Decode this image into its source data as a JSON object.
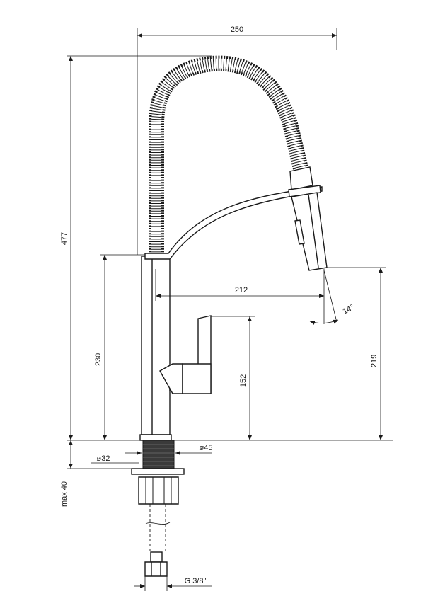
{
  "dimensions": {
    "total_width": "250",
    "total_height": "477",
    "spout_reach": "212",
    "spout_angle": "14°",
    "body_height": "230",
    "lever_height": "152",
    "outlet_height": "219",
    "shank_diameter": "ø32",
    "base_diameter": "ø45",
    "max_thickness": "max 40",
    "connection": "G 3/8\""
  },
  "colors": {
    "line": "#1a1a1a",
    "shank_fill": "#3a3a3a",
    "background": "#ffffff"
  }
}
